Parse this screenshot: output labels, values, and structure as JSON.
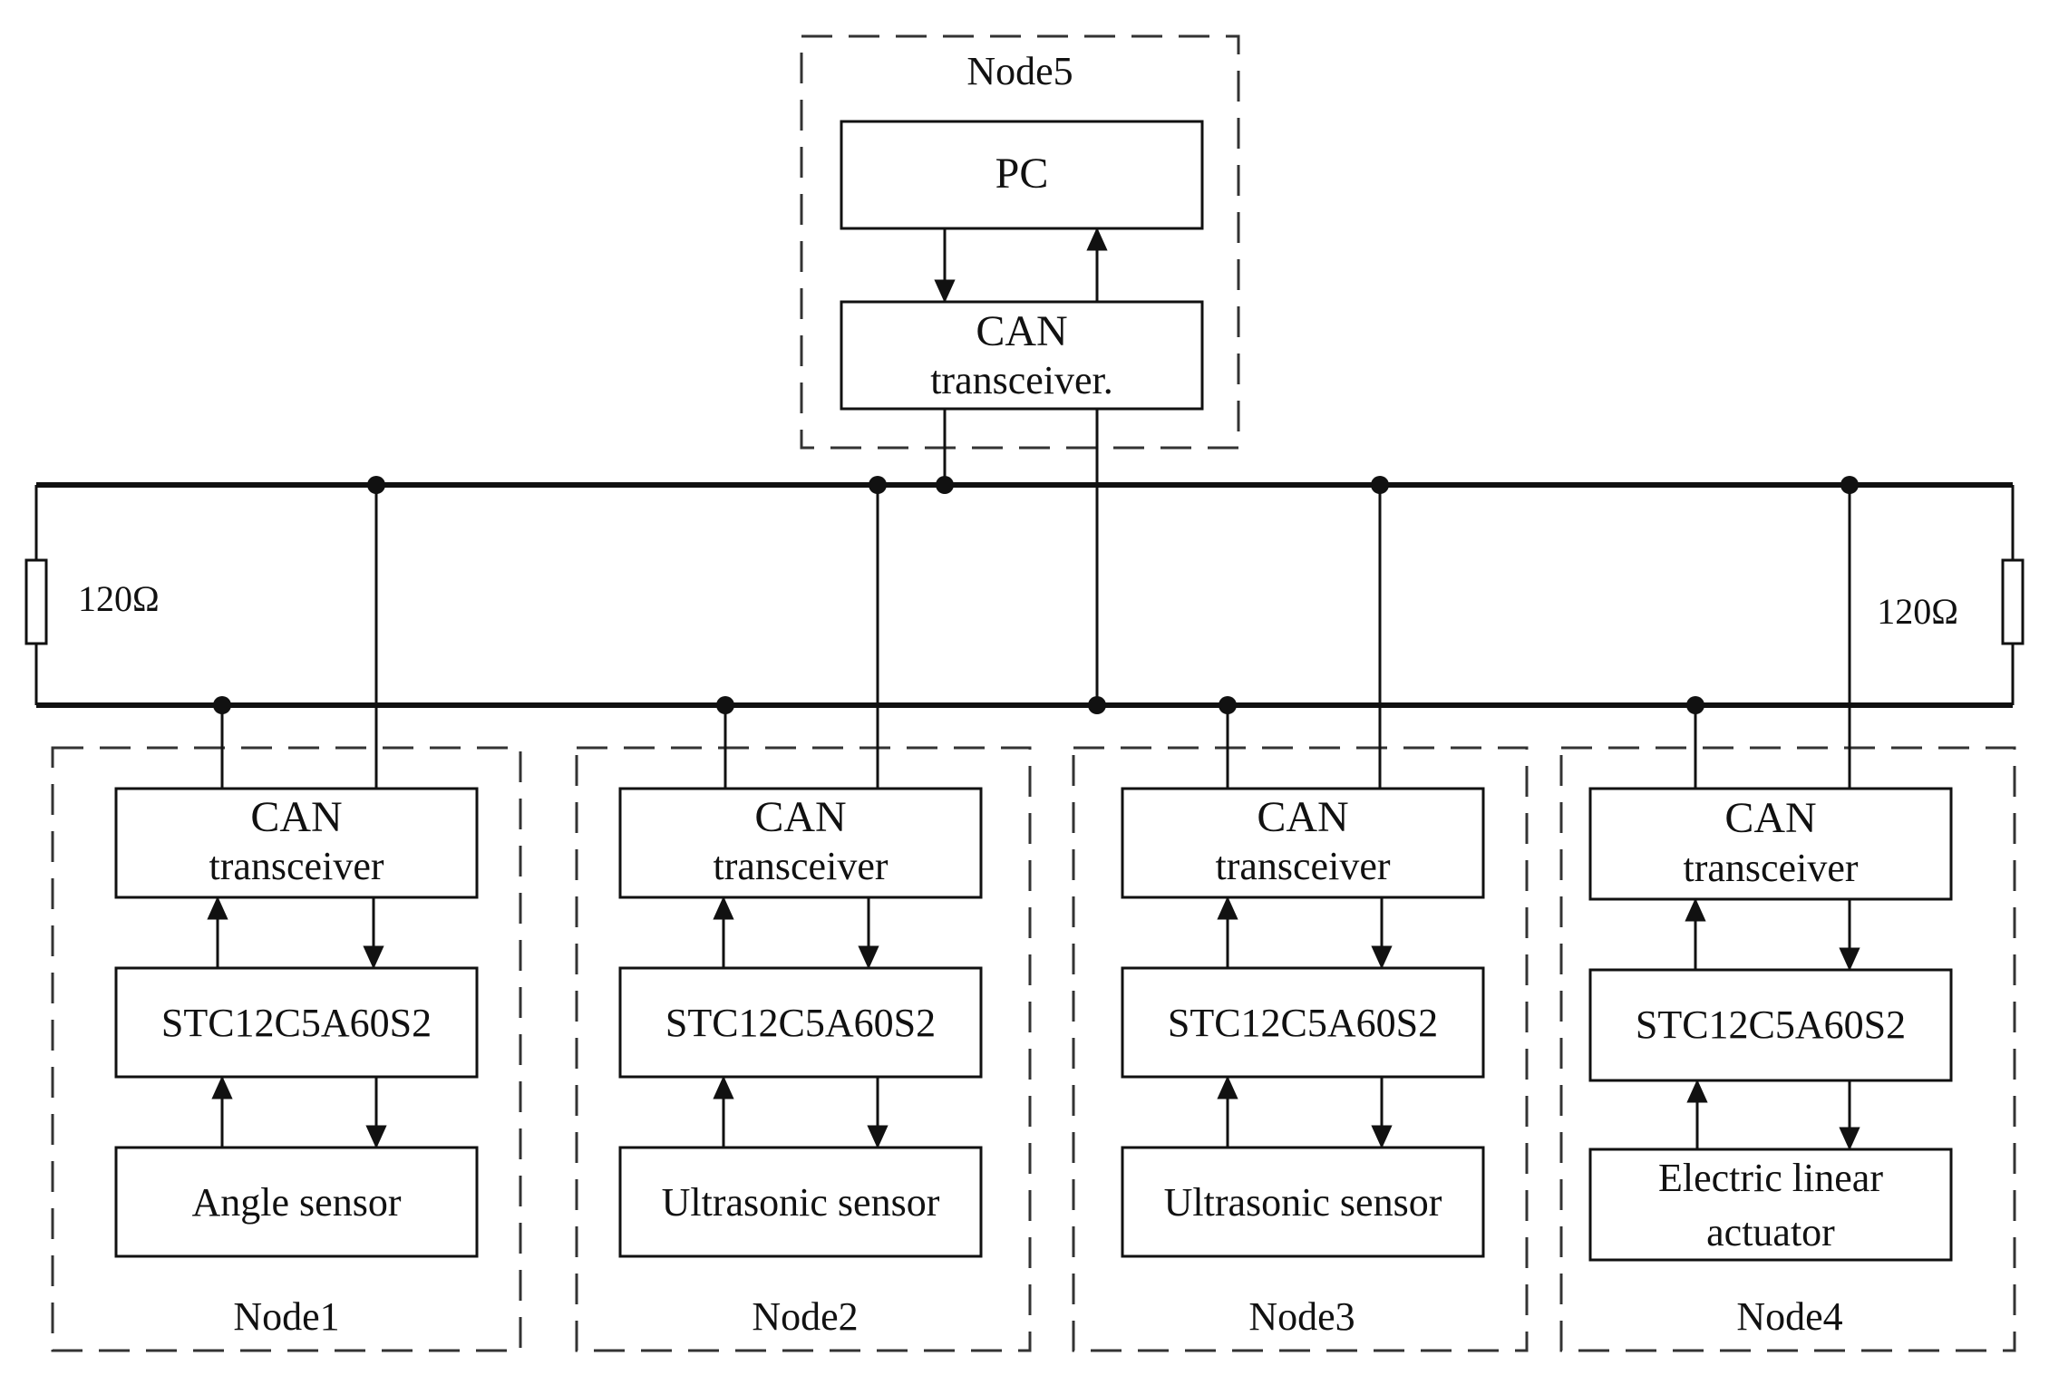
{
  "node5": {
    "label": "Node5",
    "pc": "PC",
    "transceiver": [
      "CAN",
      "transceiver."
    ]
  },
  "resistors": {
    "left": "120Ω",
    "right": "120Ω"
  },
  "node1": {
    "label": "Node1",
    "transceiver": [
      "CAN",
      "transceiver"
    ],
    "mcu": "STC12C5A60S2",
    "device": [
      "Angle sensor"
    ]
  },
  "node2": {
    "label": "Node2",
    "transceiver": [
      "CAN",
      "transceiver"
    ],
    "mcu": "STC12C5A60S2",
    "device": [
      "Ultrasonic sensor"
    ]
  },
  "node3": {
    "label": "Node3",
    "transceiver": [
      "CAN",
      "transceiver"
    ],
    "mcu": "STC12C5A60S2",
    "device": [
      "Ultrasonic sensor"
    ]
  },
  "node4": {
    "label": "Node4",
    "transceiver": [
      "CAN",
      "transceiver"
    ],
    "mcu": "STC12C5A60S2",
    "device": [
      "Electric linear",
      "actuator"
    ]
  }
}
